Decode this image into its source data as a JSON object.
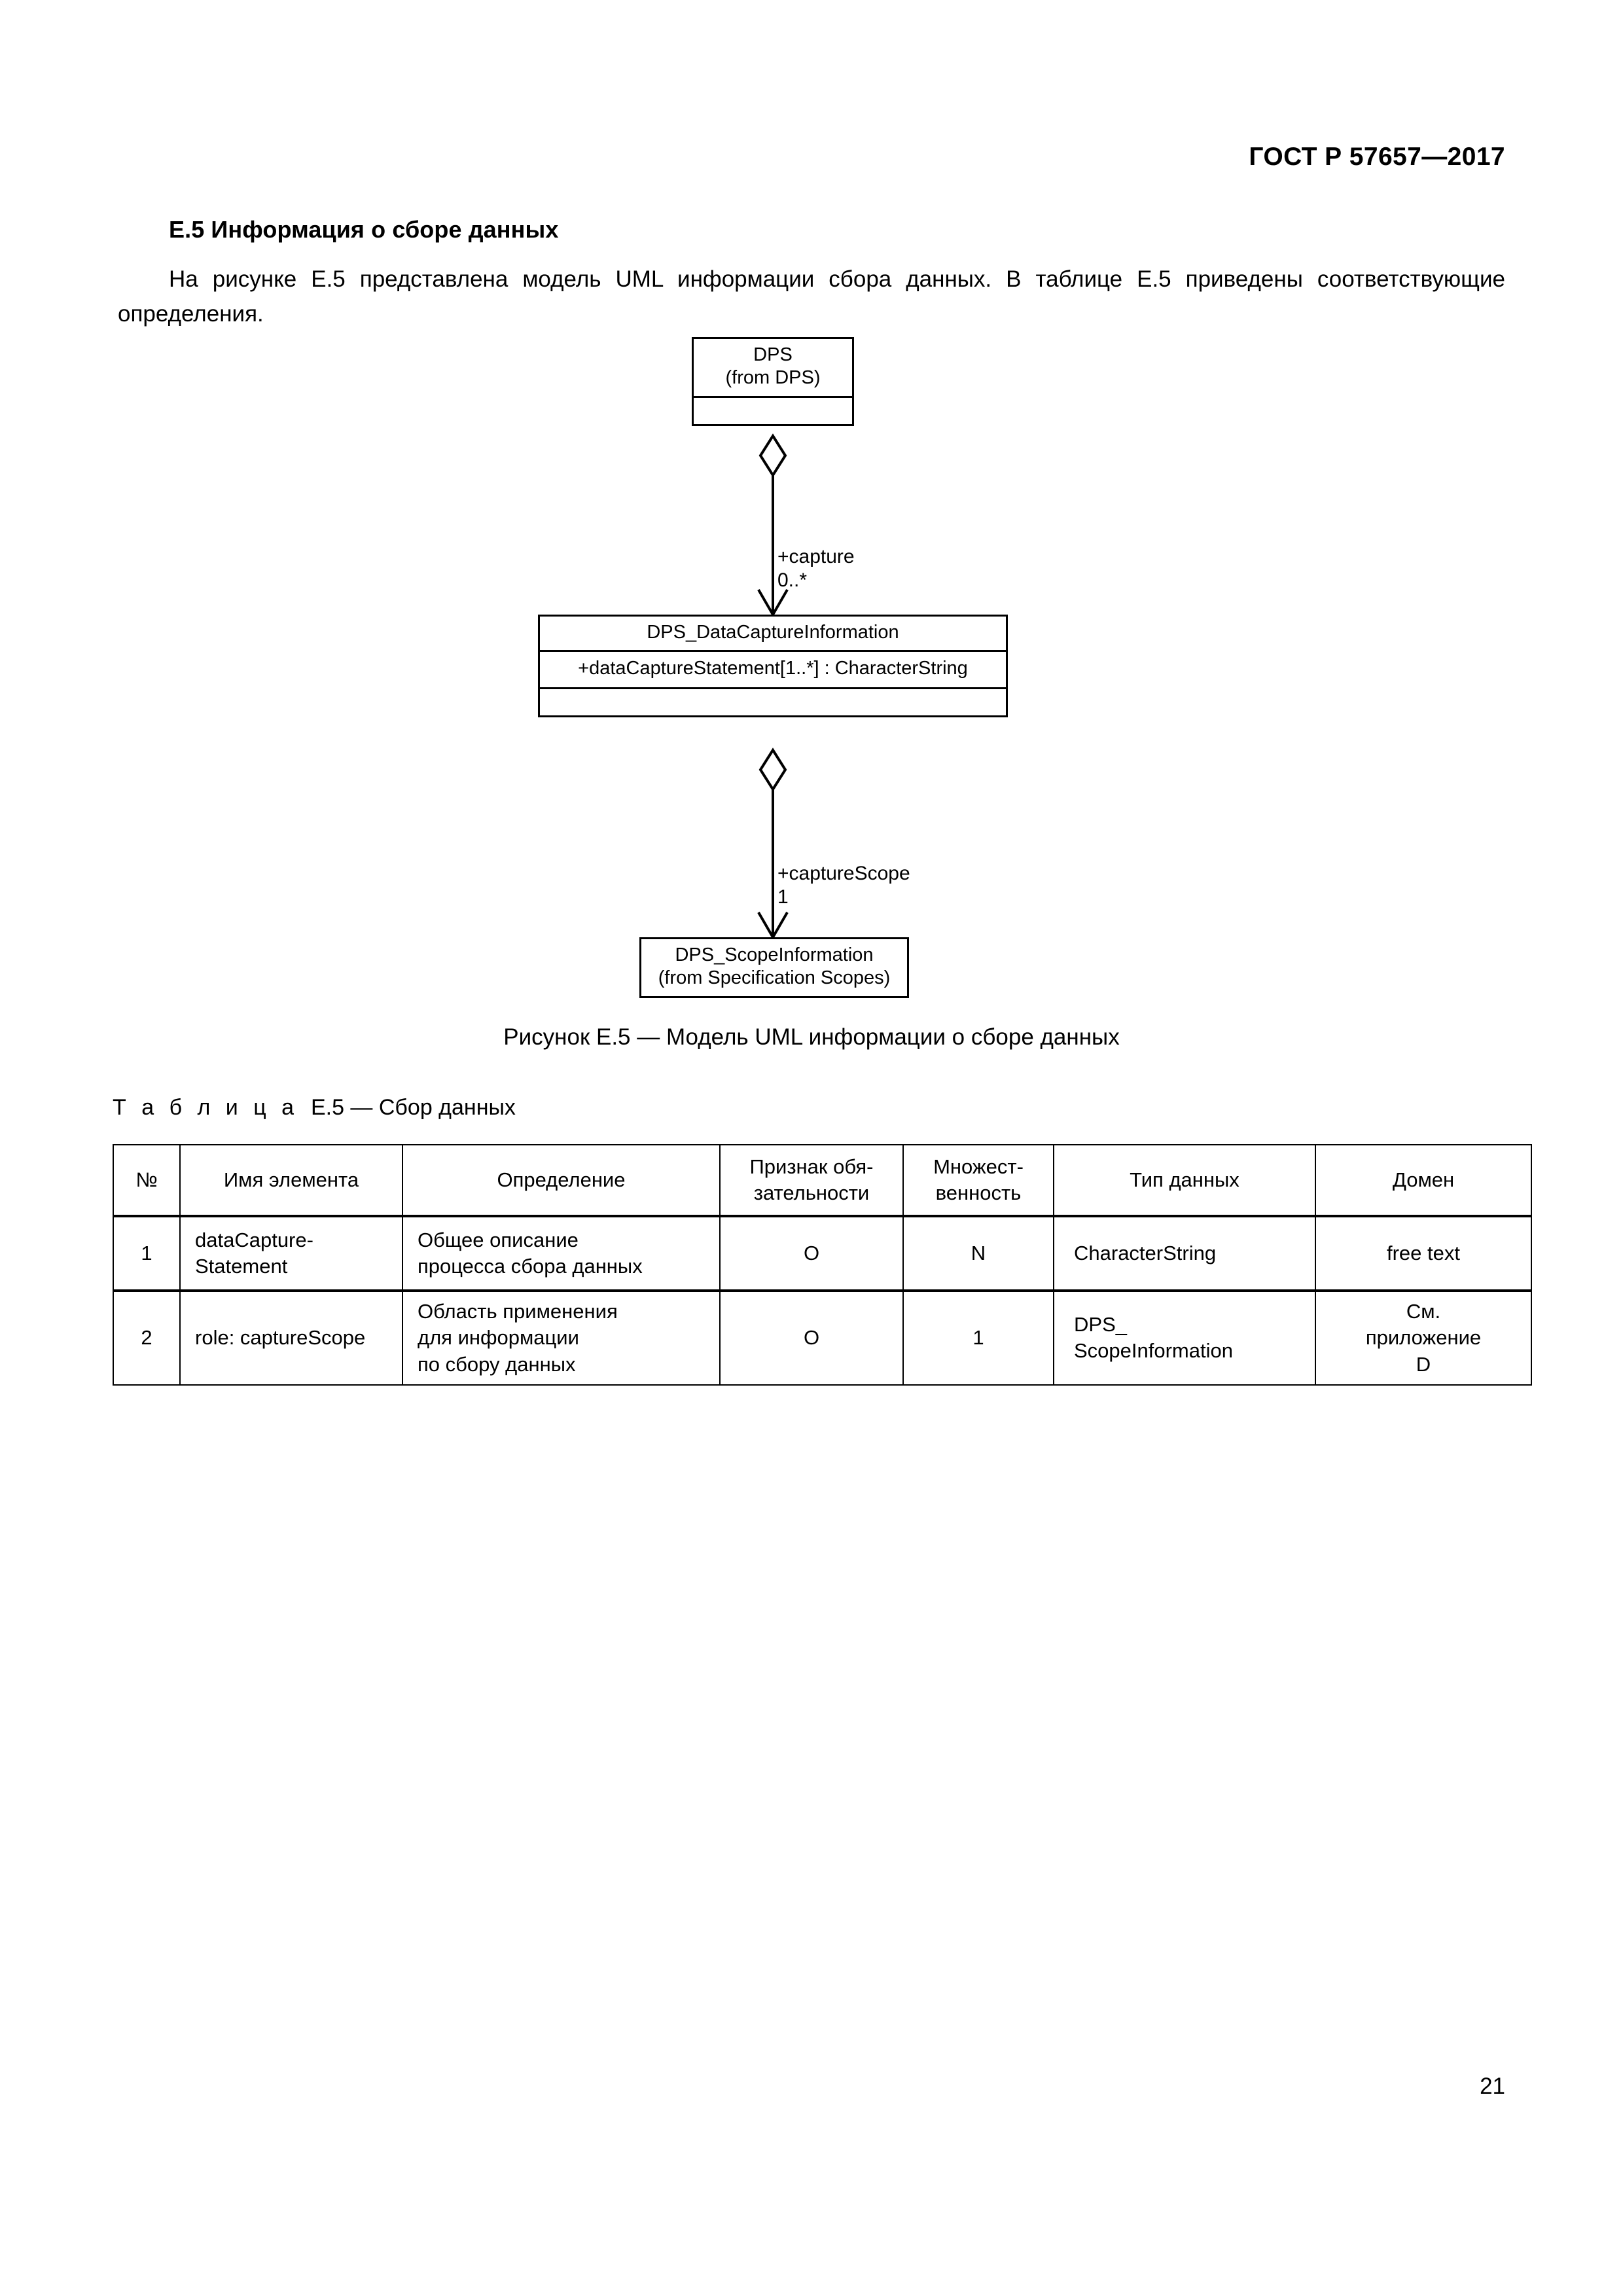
{
  "header": {
    "standard_title": "ГОСТ Р 57657—2017"
  },
  "section": {
    "heading": "Е.5 Информация о сборе данных",
    "paragraph": "На рисунке Е.5 представлена модель UML информации сбора данных. В таблице Е.5 приведены соответствующие определения."
  },
  "diagram": {
    "boxes": [
      {
        "id": "dps",
        "name": "DPS",
        "package": "(from DPS)",
        "title": "DPS\n(from DPS)",
        "attributes": ""
      },
      {
        "id": "data_capture_information",
        "name": "DPS_DataCaptureInformation",
        "package": "",
        "title": "DPS_DataCaptureInformation",
        "attributes": "+dataCaptureStatement[1..*] : CharacterString"
      },
      {
        "id": "scope_information",
        "name": "DPS_ScopeInformation",
        "package": "(from Specification Scopes)",
        "title": "DPS_ScopeInformation\n(from Specification Scopes)",
        "attributes": ""
      }
    ],
    "associations": [
      {
        "id": "capture",
        "role": "+capture",
        "multiplicity": "0..*",
        "label": "+capture\n0..*"
      },
      {
        "id": "capturescope",
        "role": "+captureScope",
        "multiplicity": "1",
        "label": "+captureScope\n1"
      }
    ]
  },
  "figure": {
    "caption": "Рисунок Е.5 — Модель UML информации о сборе данных"
  },
  "table": {
    "caption_prefix": "Т а б л и ц а",
    "caption_rest": "Е.5 — Сбор данных",
    "headers": [
      "№",
      "Имя элемента",
      "Определение",
      "Признак обя-\nзательности",
      "Множест-\nвенность",
      "Тип данных",
      "Домен"
    ],
    "rows": [
      {
        "num": "1",
        "element_name": "dataCapture-\nStatement",
        "definition": "Общее описание\nпроцесса сбора данных",
        "obligation": "О",
        "multiplicity": "N",
        "data_type": "CharacterString",
        "domain": "free text"
      },
      {
        "num": "2",
        "element_name": "role: captureScope",
        "definition": "Область применения\nдля информации\nпо сбору данных",
        "obligation": "О",
        "multiplicity": "1",
        "data_type": "DPS_\nScopeInformation",
        "domain": "См.\nприложение\nD"
      }
    ]
  },
  "footer": {
    "page_number": "21"
  }
}
